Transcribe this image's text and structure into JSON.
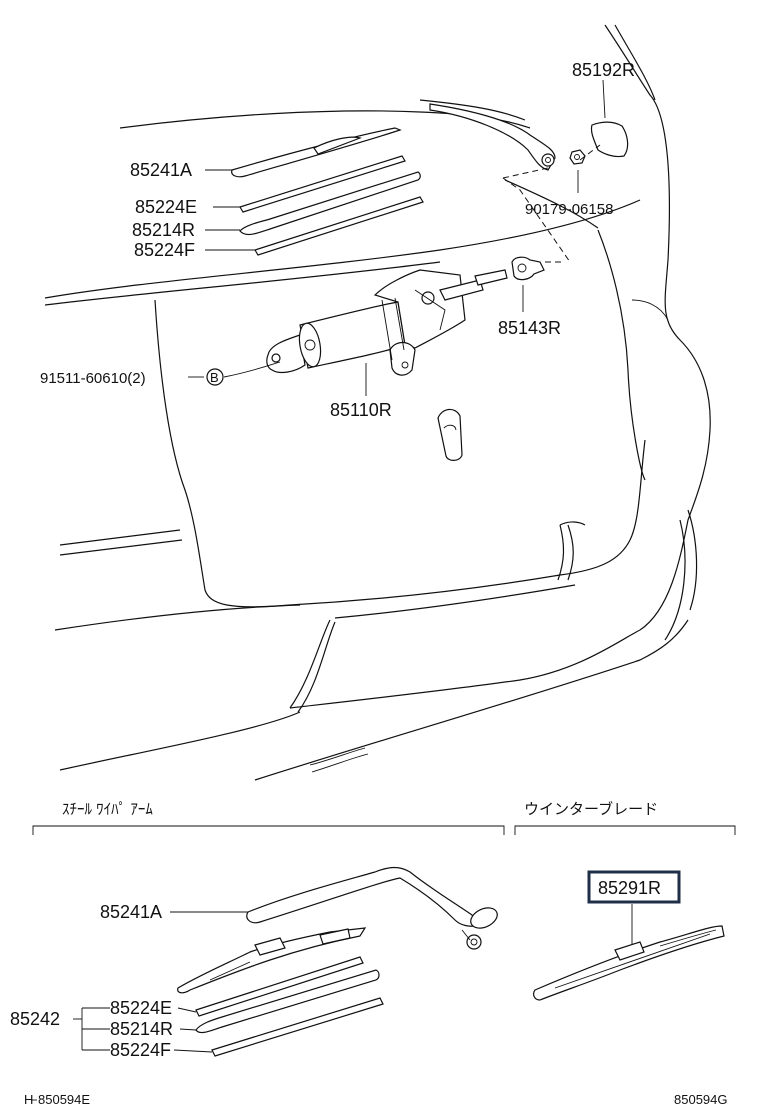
{
  "upper_labels": {
    "p85192R": "85192R",
    "p85241A": "85241A",
    "p85224E": "85224E",
    "p90179": "90179-06158",
    "p85214R": "85214R",
    "p85224F": "85224F",
    "p85143R": "85143R",
    "p91511": "91511-60610(2)",
    "bolt_marker": "B",
    "p85110R": "85110R"
  },
  "lower": {
    "section_steel": "ｽﾁｰﾙ ﾜｲﾊﾟ ｱｰﾑ",
    "section_winter": "ウインターブレード",
    "p85241A": "85241A",
    "p85242": "85242",
    "p85224E": "85224E",
    "p85214R": "85214R",
    "p85224F": "85224F",
    "p85291R": "85291R"
  },
  "footer": {
    "left_code": "850594E",
    "right_code": "850594G"
  }
}
